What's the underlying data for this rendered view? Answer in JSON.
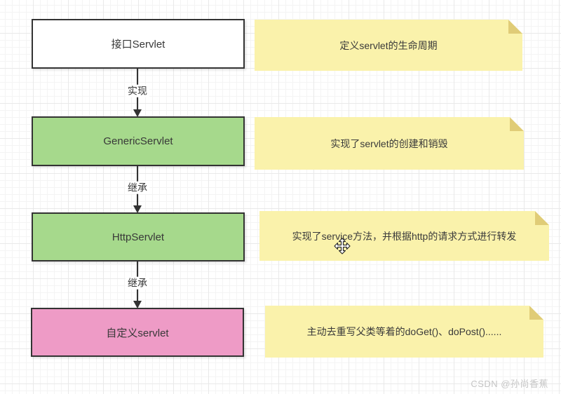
{
  "diagram": {
    "nodes": [
      {
        "label": "接口Servlet",
        "kind": "interface"
      },
      {
        "label": "GenericServlet",
        "kind": "class"
      },
      {
        "label": "HttpServlet",
        "kind": "class"
      },
      {
        "label": "自定义servlet",
        "kind": "custom-class"
      }
    ],
    "edges": [
      {
        "label": "实现",
        "from": "接口Servlet",
        "to": "GenericServlet"
      },
      {
        "label": "继承",
        "from": "GenericServlet",
        "to": "HttpServlet"
      },
      {
        "label": "继承",
        "from": "HttpServlet",
        "to": "自定义servlet"
      }
    ],
    "notes": [
      {
        "text": "定义servlet的生命周期"
      },
      {
        "text": "实现了servlet的创建和销毁"
      },
      {
        "text": "实现了service方法，并根据http的请求方式进行转发"
      },
      {
        "text": "主动去重写父类等着的doGet()、doPost()......"
      }
    ]
  },
  "watermark": {
    "text": "CSDN @孙尚香蕉"
  },
  "cursor": {
    "type": "move-cursor"
  },
  "colors": {
    "interface_fill": "#ffffff",
    "class_fill": "#a6d98c",
    "custom_fill": "#ee9bc6",
    "note_fill": "#faf2ab",
    "note_fold": "#e0cc77",
    "border": "#333333",
    "grid_minor": "#f4f4f4",
    "grid_major": "#e9e9e9",
    "watermark_text": "#c5c5c5"
  }
}
